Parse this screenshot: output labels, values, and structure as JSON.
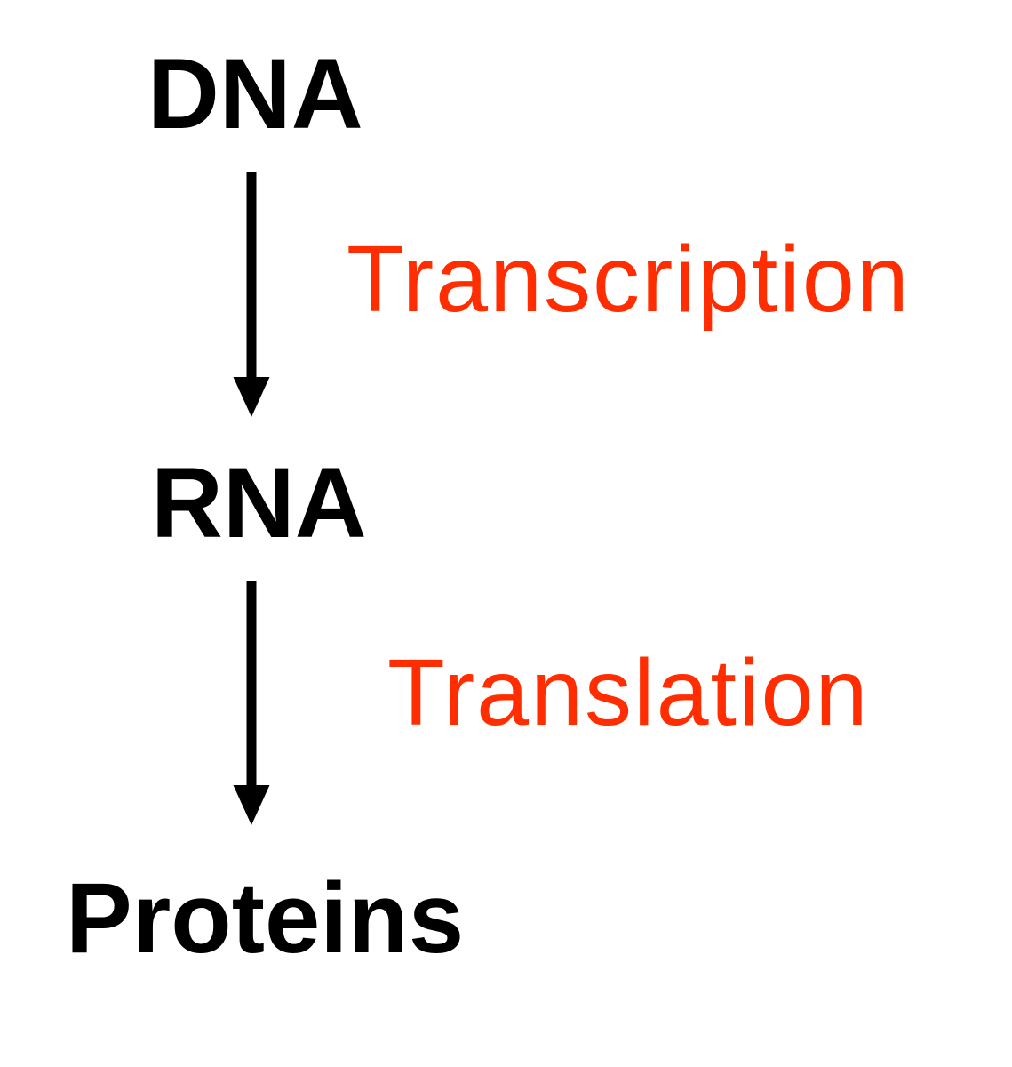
{
  "diagram_type": "flow-diagram",
  "colors": {
    "background": "#ffffff",
    "node_text": "#000000",
    "edge_label_text": "#ff2d00",
    "arrow": "#000000"
  },
  "nodes": {
    "dna": {
      "label": "DNA"
    },
    "rna": {
      "label": "RNA"
    },
    "proteins": {
      "label": "Proteins"
    }
  },
  "edges": {
    "transcription": {
      "label": "Transcription",
      "from": "DNA",
      "to": "RNA"
    },
    "translation": {
      "label": "Translation",
      "from": "RNA",
      "to": "Proteins"
    }
  }
}
